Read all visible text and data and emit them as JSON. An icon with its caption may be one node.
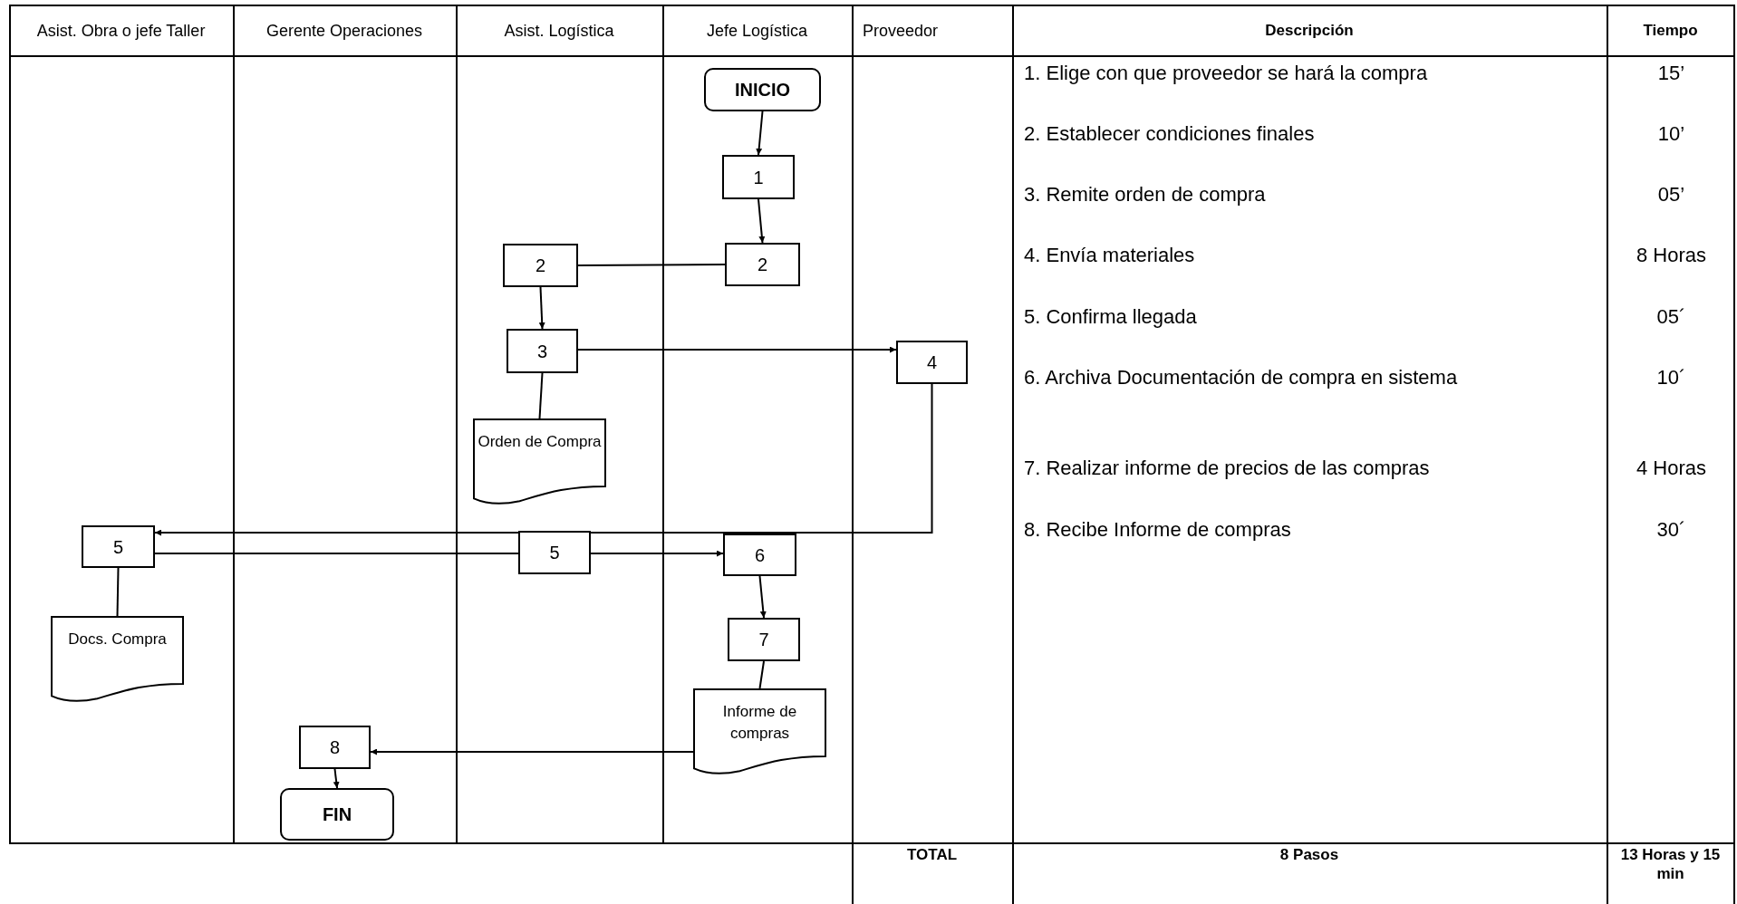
{
  "diagram": {
    "nodes": [
      {
        "text": [
          "INICIO"
        ]
      },
      {
        "text": [
          "1"
        ]
      },
      {
        "text": [
          "2"
        ]
      },
      {
        "text": [
          "2"
        ]
      },
      {
        "text": [
          "3"
        ]
      },
      {
        "text": [
          "4"
        ]
      },
      {
        "text": [
          "Orden de Compra"
        ]
      },
      {
        "text": [
          "5"
        ]
      },
      {
        "text": [
          "5"
        ]
      },
      {
        "text": [
          "6"
        ]
      },
      {
        "text": [
          "Docs. Compra"
        ]
      },
      {
        "text": [
          "7"
        ]
      },
      {
        "text": [
          "Informe de compras"
        ]
      },
      {
        "text": [
          "8"
        ]
      },
      {
        "text": [
          "FIN"
        ]
      }
    ],
    "edges": [
      {
        "from": 0,
        "to": 1,
        "arrow": "to"
      },
      {
        "from": 1,
        "to": 2,
        "arrow": "to"
      },
      {
        "from": 2,
        "to": 3,
        "arrow": "none"
      },
      {
        "from": 3,
        "to": 4,
        "arrow": "to"
      },
      {
        "from": 4,
        "to": 5,
        "arrow": "to"
      },
      {
        "from": 4,
        "to": 6,
        "arrow": "none"
      },
      {
        "from": 5,
        "to": 7,
        "arrow": "to"
      },
      {
        "from": 7,
        "to": 10,
        "arrow": "none"
      },
      {
        "from": 7,
        "to": 8,
        "arrow": "none"
      },
      {
        "from": 8,
        "to": 9,
        "arrow": "to"
      },
      {
        "from": 9,
        "to": 11,
        "arrow": "to"
      },
      {
        "from": 11,
        "to": 12,
        "arrow": "none"
      },
      {
        "from": 12,
        "to": 13,
        "arrow": "to"
      },
      {
        "from": 13,
        "to": 14,
        "arrow": "to"
      }
    ],
    "labels": [
      "Asist. Obra o jefe Taller",
      "Gerente Operaciones",
      "Asist. Logística",
      "Jefe Logística",
      "Proveedor",
      "Descripción",
      "Tiempo",
      "1. Elige con que proveedor se hará la compra",
      "15’",
      "2. Establecer condiciones finales",
      "10’",
      "3. Remite orden de compra",
      "05’",
      "4. Envía materiales",
      "8 Horas",
      "5. Confirma llegada",
      "05´",
      "6. Archiva Documentación de compra en sistema",
      "10´",
      "7. Realizar informe de precios de las compras",
      "4 Horas",
      "8. Recibe Informe de compras",
      "30´",
      "TOTAL",
      "8 Pasos",
      "13 Horas y 15 min"
    ]
  }
}
